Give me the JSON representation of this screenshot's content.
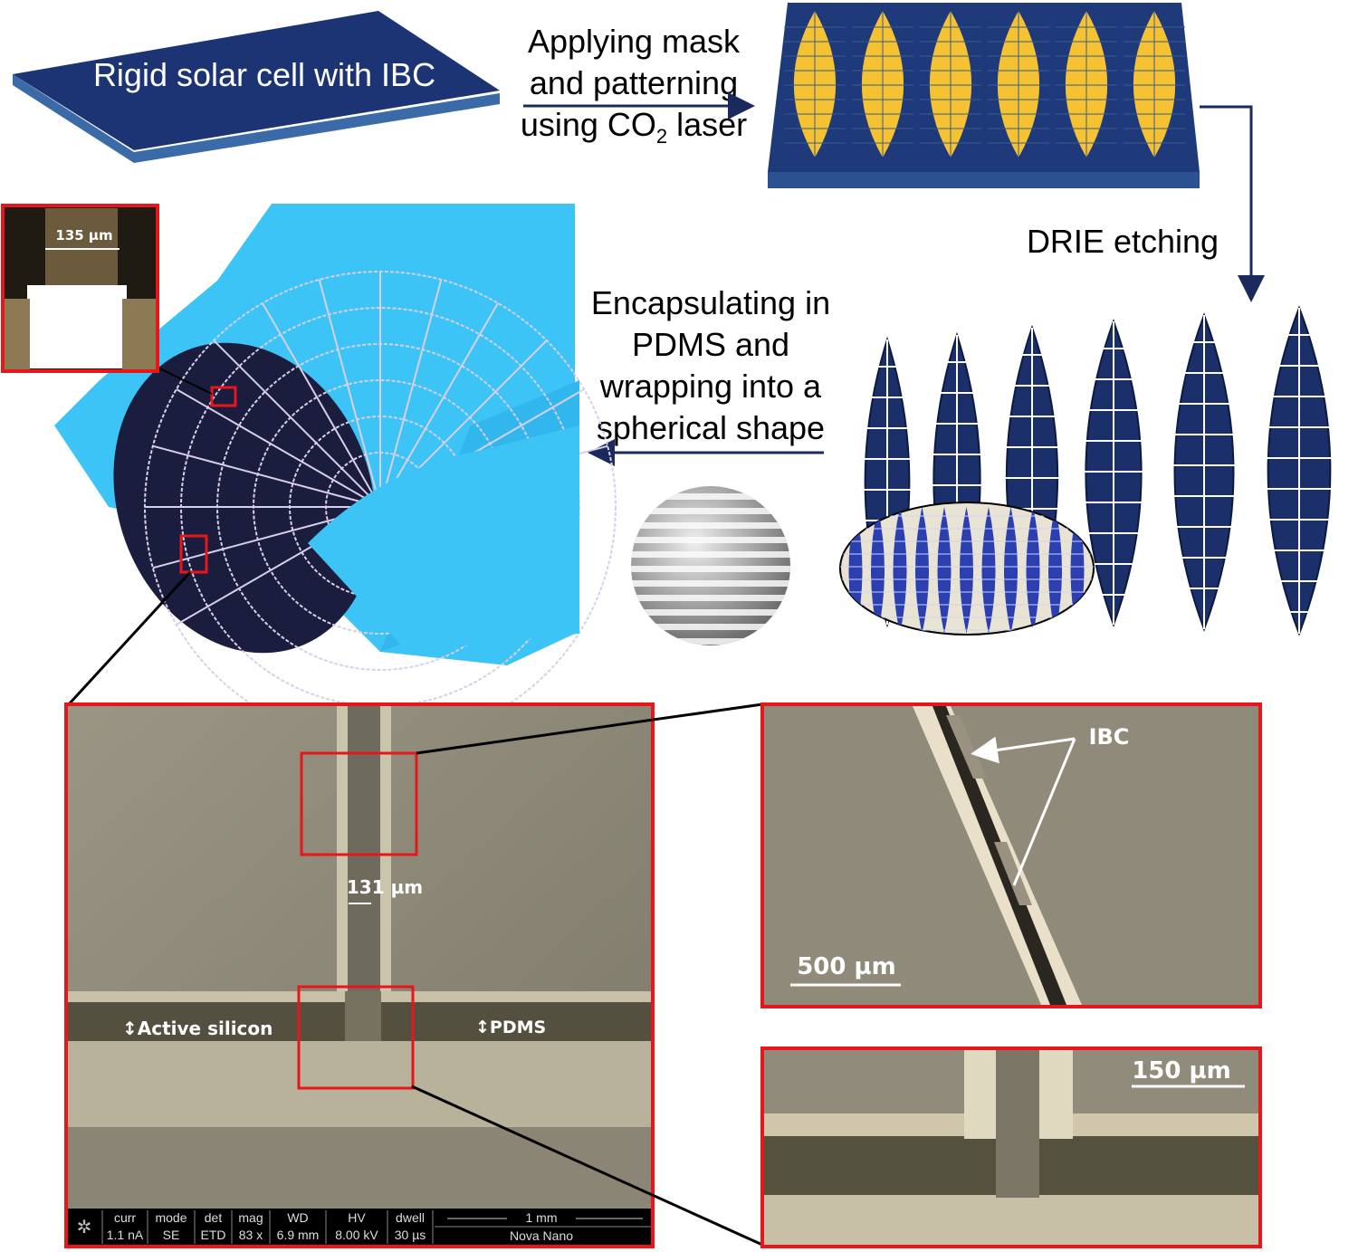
{
  "steps": {
    "rigid_cell": "Rigid solar cell with IBC",
    "mask_line1": "Applying mask",
    "mask_line2": "and patterning",
    "mask_line3_prefix": "using CO",
    "mask_line3_sub": "2",
    "mask_line3_suffix": " laser",
    "drie": "DRIE etching",
    "encap_line1": "Encapsulating in",
    "encap_line2": "PDMS and",
    "encap_line3": "wrapping into a",
    "encap_line4": "spherical shape"
  },
  "photo_inset": {
    "scale": "135 µm"
  },
  "sem_main": {
    "gap_label": "131 µm",
    "active_label": "Active silicon",
    "pdms_label": "PDMS",
    "info_bar": {
      "headers": [
        "curr",
        "mode",
        "det",
        "mag",
        "WD",
        "HV",
        "dwell"
      ],
      "values": [
        "1.1 nA",
        "SE",
        "ETD",
        "83 x",
        "6.9 mm",
        "8.00 kV",
        "30 µs"
      ],
      "scale": "1 mm",
      "instrument": "Nova Nano"
    }
  },
  "sem_top_right": {
    "ibc_label": "IBC",
    "scale": "500 µm"
  },
  "sem_bottom_right": {
    "scale": "150 µm"
  },
  "colors": {
    "navy": "#1b2f6b",
    "yellow": "#f5c231",
    "highlight_red": "#e8161b",
    "glove_blue": "#3cc3f5",
    "arrow": "#1b2a5c"
  }
}
